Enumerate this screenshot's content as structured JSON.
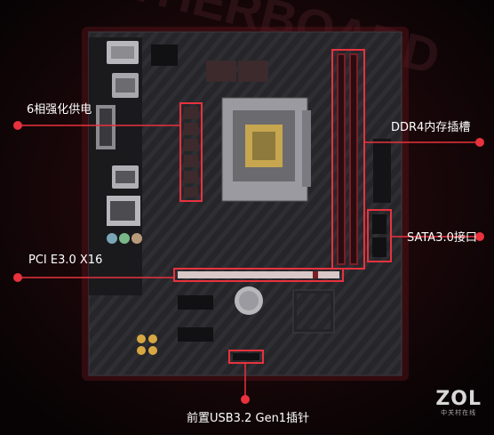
{
  "background_word": "MOTHERBOARD",
  "callouts": {
    "power_phases": "6相强化供电",
    "ddr4": "DDR4内存插槽",
    "sata": "SATA3.0接口",
    "pcie": "PCI E3.0 X16",
    "usb": "前置USB3.2 Gen1插针"
  },
  "watermark": {
    "logo": "ZOL",
    "sub": "中关村在线"
  },
  "colors": {
    "background": "#0c0506",
    "board": "#232327",
    "highlight": "#e8323d",
    "callout_text": "#ffffff"
  }
}
